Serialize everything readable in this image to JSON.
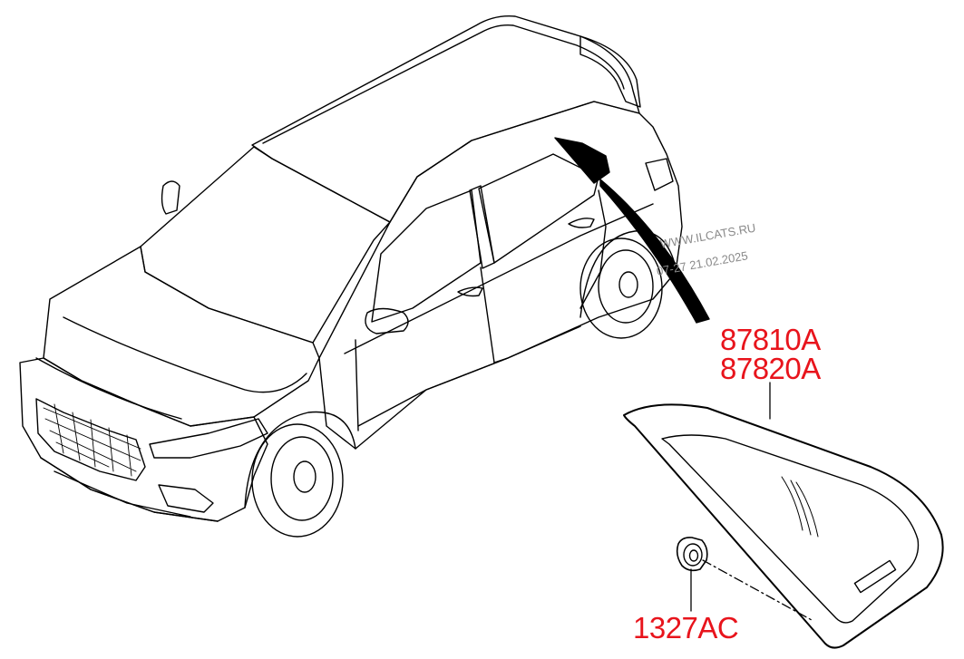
{
  "callouts": [
    {
      "id": "quarter-glass-lh",
      "number": "87810A"
    },
    {
      "id": "quarter-glass-rh",
      "number": "87820A"
    },
    {
      "id": "fastener",
      "number": "1327AC"
    }
  ],
  "watermark": {
    "site": "WWW.ILCATS.RU",
    "stamp": "07-27 21.02.2025"
  },
  "colors": {
    "callout_text": "#e8141c",
    "line_art": "#000000",
    "leader_line": "#000000",
    "highlight_fill": "#000000",
    "watermark": "#8a8a8a"
  }
}
